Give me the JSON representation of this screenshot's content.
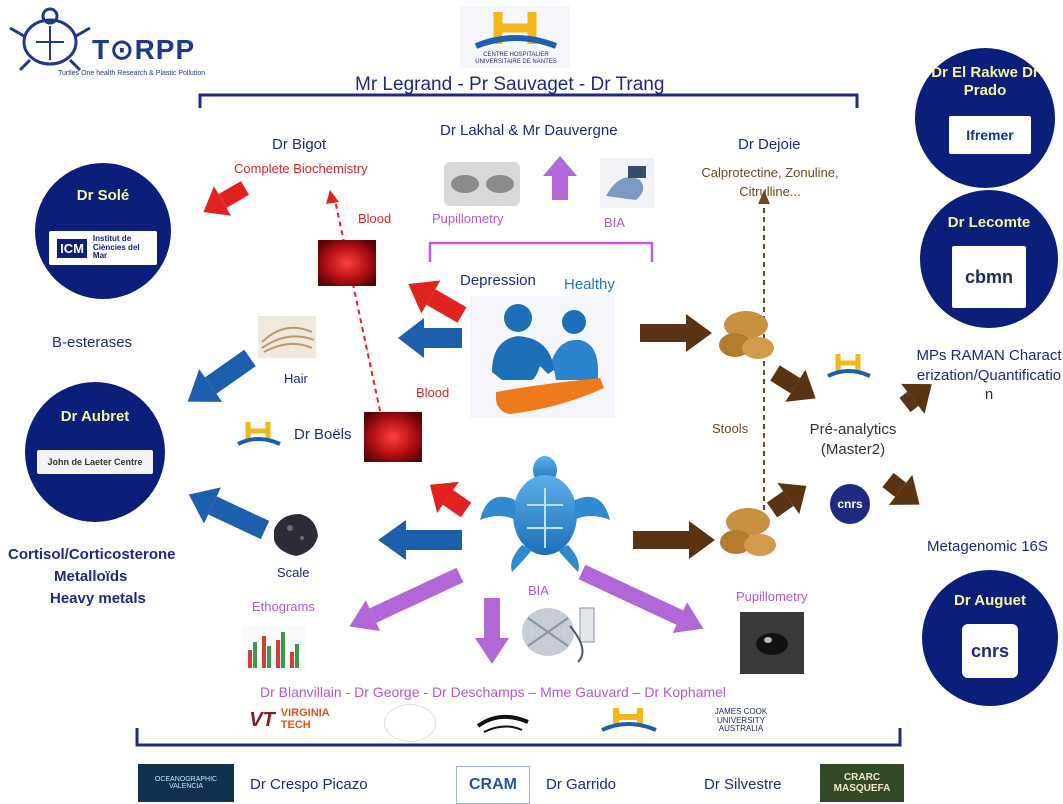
{
  "header": {
    "logo_text": "T⊙RPP",
    "logo_subtext": "Turtles One health Research & Plastic Pollution",
    "hospital_logo_text": "CENTRE HOSPITALIER UNIVERSITAIRE DE NANTES",
    "team": "Mr Legrand - Pr Sauvaget - Dr Trang"
  },
  "top": {
    "bigot": "Dr Bigot",
    "complete_biochemistry": "Complete Biochemistry",
    "lakhal": "Dr Lakhal & Mr Dauvergne",
    "pupillometry": "Pupillometry",
    "bia": "BIA",
    "dejoie": "Dr Dejoie",
    "dejoie_tests": "Calprotectine, Zonuline, Citrulline..."
  },
  "center": {
    "depression": "Depression",
    "healthy": "Healthy",
    "blood_top": "Blood",
    "blood_mid": "Blood",
    "hair": "Hair",
    "scale": "Scale",
    "boels": "Dr Boëls",
    "stools": "Stools",
    "pre_analytics": "Pré-analytics (Master2)",
    "ethograms": "Ethograms",
    "bia_bottom": "BIA",
    "pupillometry_bottom": "Pupillometry"
  },
  "left": {
    "sole": {
      "name": "Dr Solé",
      "logo": "Institut de Ciències del Mar",
      "logo_mark": "ICM"
    },
    "b_esterases": "B-esterases",
    "aubret": {
      "name": "Dr Aubret",
      "logo": "John de Laeter Centre"
    },
    "analyses": [
      "Cortisol/Corticosterone",
      "Metalloïds",
      "Heavy metals"
    ]
  },
  "right": {
    "el_rakwe": {
      "name": "Dr El Rakwe Dr Prado",
      "logo": "Ifremer"
    },
    "lecomte": {
      "name": "Dr Lecomte",
      "logo": "cbmn"
    },
    "mps_raman": "MPs RAMAN Characterization/Quantification",
    "metagenomic": "Metagenomic 16S",
    "auguet": {
      "name": "Dr Auguet",
      "logo": "cnrs"
    },
    "cnrs_small": "cnrs"
  },
  "bottom": {
    "team": "Dr Blanvillain  -  Dr George  -  Dr Deschamps – Mme Gauvard – Dr Kophamel",
    "logos": [
      "VIRGINIA TECH",
      "JAMES COOK UNIVERSITY AUSTRALIA"
    ],
    "vt_mark": "VT",
    "crespo": "Dr Crespo Picazo",
    "oceanographic": "OCEANOGRAPHIC VALENCIA",
    "garrido": "Dr Garrido",
    "cram": "CRAM",
    "silvestre": "Dr Silvestre",
    "crarc": "CRARC MASQUEFA"
  },
  "colors": {
    "navy": "#0b1f7a",
    "red_arrow": "#e0231f",
    "blue_arrow": "#1d5fad",
    "brown_arrow": "#5a3412",
    "violet_arrow": "#b168d6"
  }
}
